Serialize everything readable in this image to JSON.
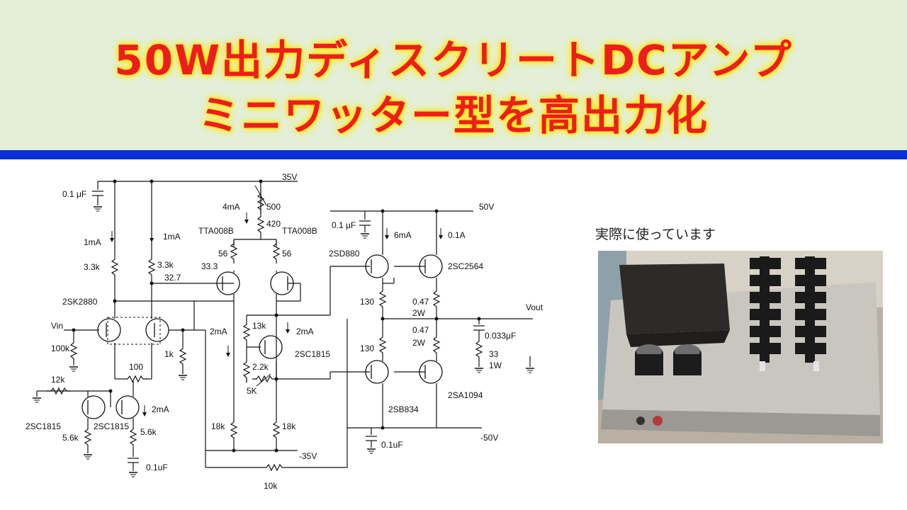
{
  "header": {
    "title_line1": "50W出力ディスクリートDCアンプ",
    "title_line2": "ミニワッター型を高出力化",
    "accent_color": "#ee1d1d",
    "glow_color": "#ffe500",
    "bar_color": "#0a2fd6"
  },
  "schematic": {
    "labels": {
      "v35": "35V",
      "v50": "50V",
      "vn35": "-35V",
      "vn50": "-50V",
      "vout": "Vout",
      "vin": "Vin",
      "c01_top": "0.1 μF",
      "c01_mid": "0.1 μF",
      "c01_bot": "0.1uF",
      "c01_bot2": "0.1uF",
      "c033": "0.033μF",
      "i1ma_l": "1mA",
      "i1ma_r": "1mA",
      "i4ma": "4mA",
      "i6ma": "6mA",
      "i01a": "0.1A",
      "i2ma_a": "2mA",
      "i2ma_b": "2mA",
      "i2ma_c": "2mA",
      "r33k_l": "3.3k",
      "r33k_r": "3.3k",
      "r500": "500",
      "r420": "420",
      "r56_l": "56",
      "r56_r": "56",
      "v333": "33.3",
      "v327": "32.7",
      "r13k": "13k",
      "r22k": "2.2k",
      "r5k": "5K",
      "r130_a": "130",
      "r130_b": "130",
      "r047_a": "0.47",
      "r047_b": "0.47",
      "w2_a": "2W",
      "w2_b": "2W",
      "r33": "33",
      "w1": "1W",
      "r100k": "100k",
      "r1k": "1k",
      "r100": "100",
      "r12k": "12k",
      "r56k_l": "5.6k",
      "r56k_r": "5.6k",
      "r18k_l": "18k",
      "r18k_r": "18k",
      "r10k": "10k",
      "q_tta_l": "TTA008B",
      "q_tta_r": "TTA008B",
      "q_2sk": "2SK2880",
      "q_sd880": "2SD880",
      "q_sc2564": "2SC2564",
      "q_sc1815_mid": "2SC1815",
      "q_sb834": "2SB834",
      "q_sa1094": "2SA1094",
      "q_sc1815_l": "2SC1815",
      "q_sc1815_r": "2SC1815"
    }
  },
  "photo": {
    "caption": "実際に使っています"
  }
}
